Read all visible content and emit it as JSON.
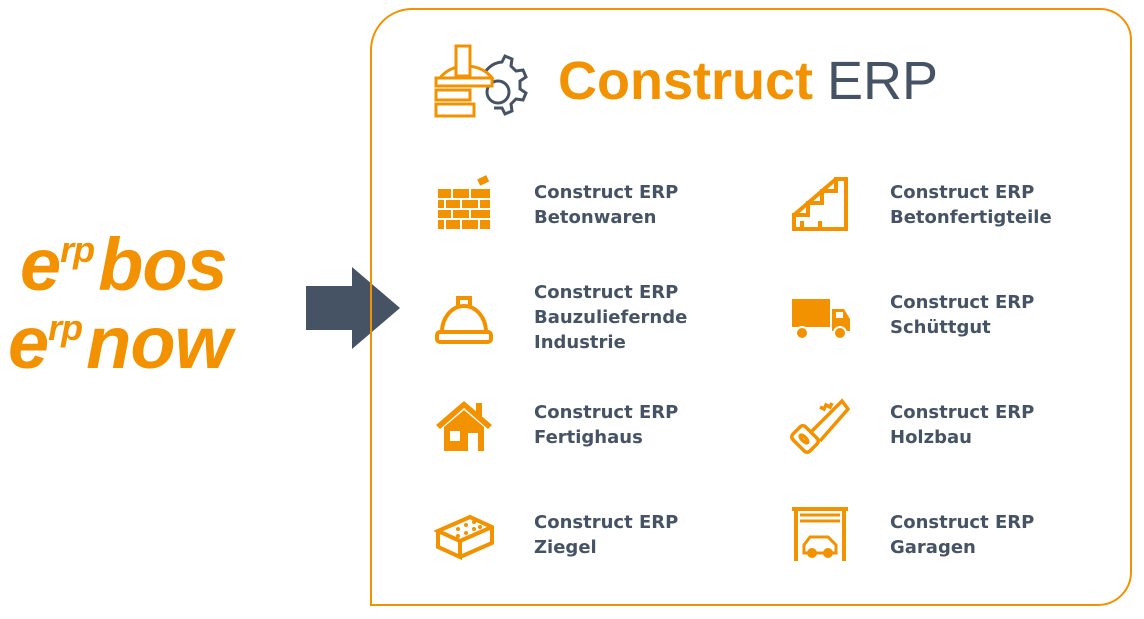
{
  "brand_logos": [
    {
      "e": "e",
      "sup": "rp",
      "word": "bos"
    },
    {
      "e": "e",
      "sup": "rp",
      "word": "now"
    }
  ],
  "title": {
    "primary": "Construct",
    "secondary": "ERP"
  },
  "colors": {
    "orange": "#f39200",
    "slate": "#465365"
  },
  "products": [
    {
      "icon": "brick-wall-icon",
      "line1": "Construct ERP",
      "line2": "Betonwaren"
    },
    {
      "icon": "stairs-icon",
      "line1": "Construct ERP",
      "line2": "Betonfertigteile"
    },
    {
      "icon": "hard-hat-icon",
      "line1": "Construct ERP",
      "line2": "Bauzuliefernde",
      "line3": "Industrie"
    },
    {
      "icon": "dump-truck-icon",
      "line1": "Construct ERP",
      "line2": "Schüttgut"
    },
    {
      "icon": "house-icon",
      "line1": "Construct ERP",
      "line2": "Fertighaus"
    },
    {
      "icon": "saw-icon",
      "line1": "Construct ERP",
      "line2": "Holzbau"
    },
    {
      "icon": "brick-icon",
      "line1": "Construct ERP",
      "line2": "Ziegel"
    },
    {
      "icon": "garage-icon",
      "line1": "Construct ERP",
      "line2": "Garagen"
    }
  ]
}
